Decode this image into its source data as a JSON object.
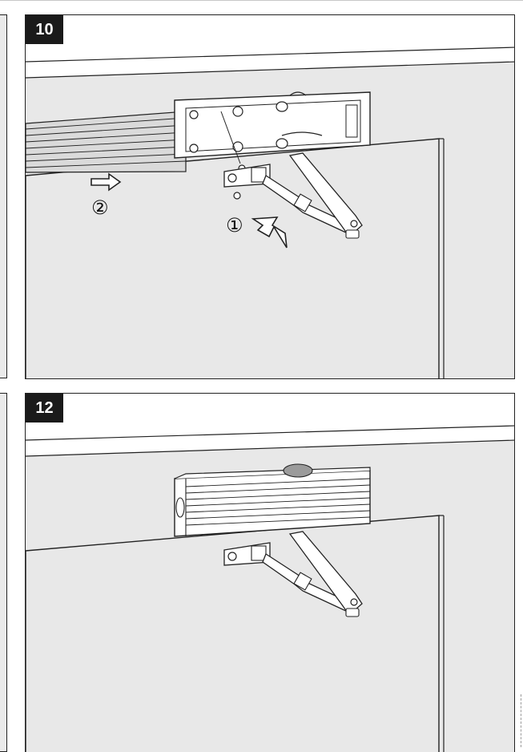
{
  "steps": [
    {
      "number": "10",
      "callouts": [
        "②",
        "①"
      ]
    },
    {
      "number": "12"
    }
  ],
  "colors": {
    "outline": "#222222",
    "wall": "#e8e8e8",
    "closer_body": "#ffffff",
    "badge": "#1a1a1a",
    "cap": "#9b9b9b"
  },
  "icons": [
    "arrow-right-icon",
    "arrow-up-left-icon",
    "screw-icon",
    "adjustment-cap-icon"
  ]
}
